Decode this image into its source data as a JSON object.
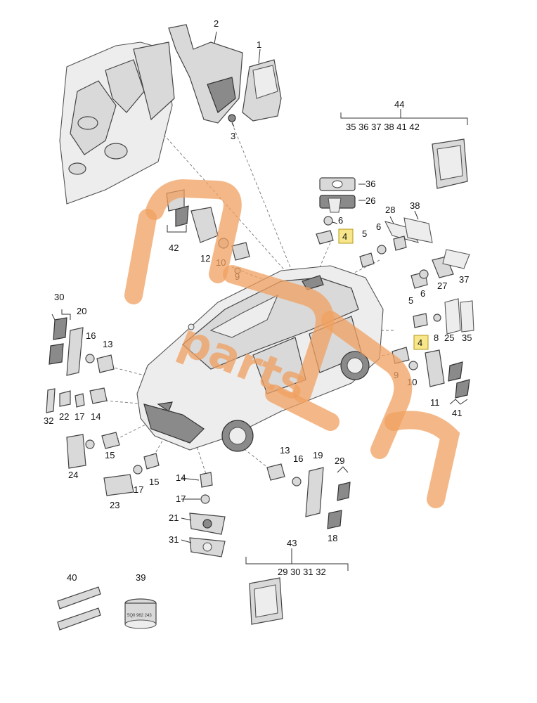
{
  "callouts": [
    {
      "key": "c1",
      "text": "1"
    },
    {
      "key": "c2",
      "text": "2"
    },
    {
      "key": "c3",
      "text": "3"
    },
    {
      "key": "c44",
      "text": "44"
    },
    {
      "key": "c44sub",
      "text": "35 36 37 38 41 42"
    },
    {
      "key": "c36",
      "text": "36"
    },
    {
      "key": "c26",
      "text": "26"
    },
    {
      "key": "c28",
      "text": "28"
    },
    {
      "key": "c38",
      "text": "38"
    },
    {
      "key": "c6a",
      "text": "6"
    },
    {
      "key": "c4a",
      "text": "4"
    },
    {
      "key": "c5a",
      "text": "5"
    },
    {
      "key": "c6b",
      "text": "6"
    },
    {
      "key": "c27",
      "text": "27"
    },
    {
      "key": "c37",
      "text": "37"
    },
    {
      "key": "c5b",
      "text": "5"
    },
    {
      "key": "c6c",
      "text": "6"
    },
    {
      "key": "c42",
      "text": "42"
    },
    {
      "key": "c12",
      "text": "12"
    },
    {
      "key": "c10a",
      "text": "10"
    },
    {
      "key": "c9a",
      "text": "9"
    },
    {
      "key": "c30",
      "text": "30"
    },
    {
      "key": "c20",
      "text": "20"
    },
    {
      "key": "c16a",
      "text": "16"
    },
    {
      "key": "c13a",
      "text": "13"
    },
    {
      "key": "c4b",
      "text": "4"
    },
    {
      "key": "c8",
      "text": "8"
    },
    {
      "key": "c25",
      "text": "25"
    },
    {
      "key": "c35",
      "text": "35"
    },
    {
      "key": "c9b",
      "text": "9"
    },
    {
      "key": "c10b",
      "text": "10"
    },
    {
      "key": "c11",
      "text": "11"
    },
    {
      "key": "c41",
      "text": "41"
    },
    {
      "key": "c32",
      "text": "32"
    },
    {
      "key": "c22",
      "text": "22"
    },
    {
      "key": "c17a",
      "text": "17"
    },
    {
      "key": "c14a",
      "text": "14"
    },
    {
      "key": "c15a",
      "text": "15"
    },
    {
      "key": "c24",
      "text": "24"
    },
    {
      "key": "c17b",
      "text": "17"
    },
    {
      "key": "c15b",
      "text": "15"
    },
    {
      "key": "c23",
      "text": "23"
    },
    {
      "key": "c14b",
      "text": "14"
    },
    {
      "key": "c17c",
      "text": "17"
    },
    {
      "key": "c21",
      "text": "21"
    },
    {
      "key": "c31",
      "text": "31"
    },
    {
      "key": "c13b",
      "text": "13"
    },
    {
      "key": "c16b",
      "text": "16"
    },
    {
      "key": "c19",
      "text": "19"
    },
    {
      "key": "c29",
      "text": "29"
    },
    {
      "key": "c18",
      "text": "18"
    },
    {
      "key": "c43",
      "text": "43"
    },
    {
      "key": "c43sub",
      "text": "29 30 31 32"
    },
    {
      "key": "c40",
      "text": "40"
    },
    {
      "key": "c39",
      "text": "39"
    }
  ],
  "watermark": {
    "text": "parts",
    "color": "#f0a060"
  },
  "sticker_text": "5Q0 962 243"
}
